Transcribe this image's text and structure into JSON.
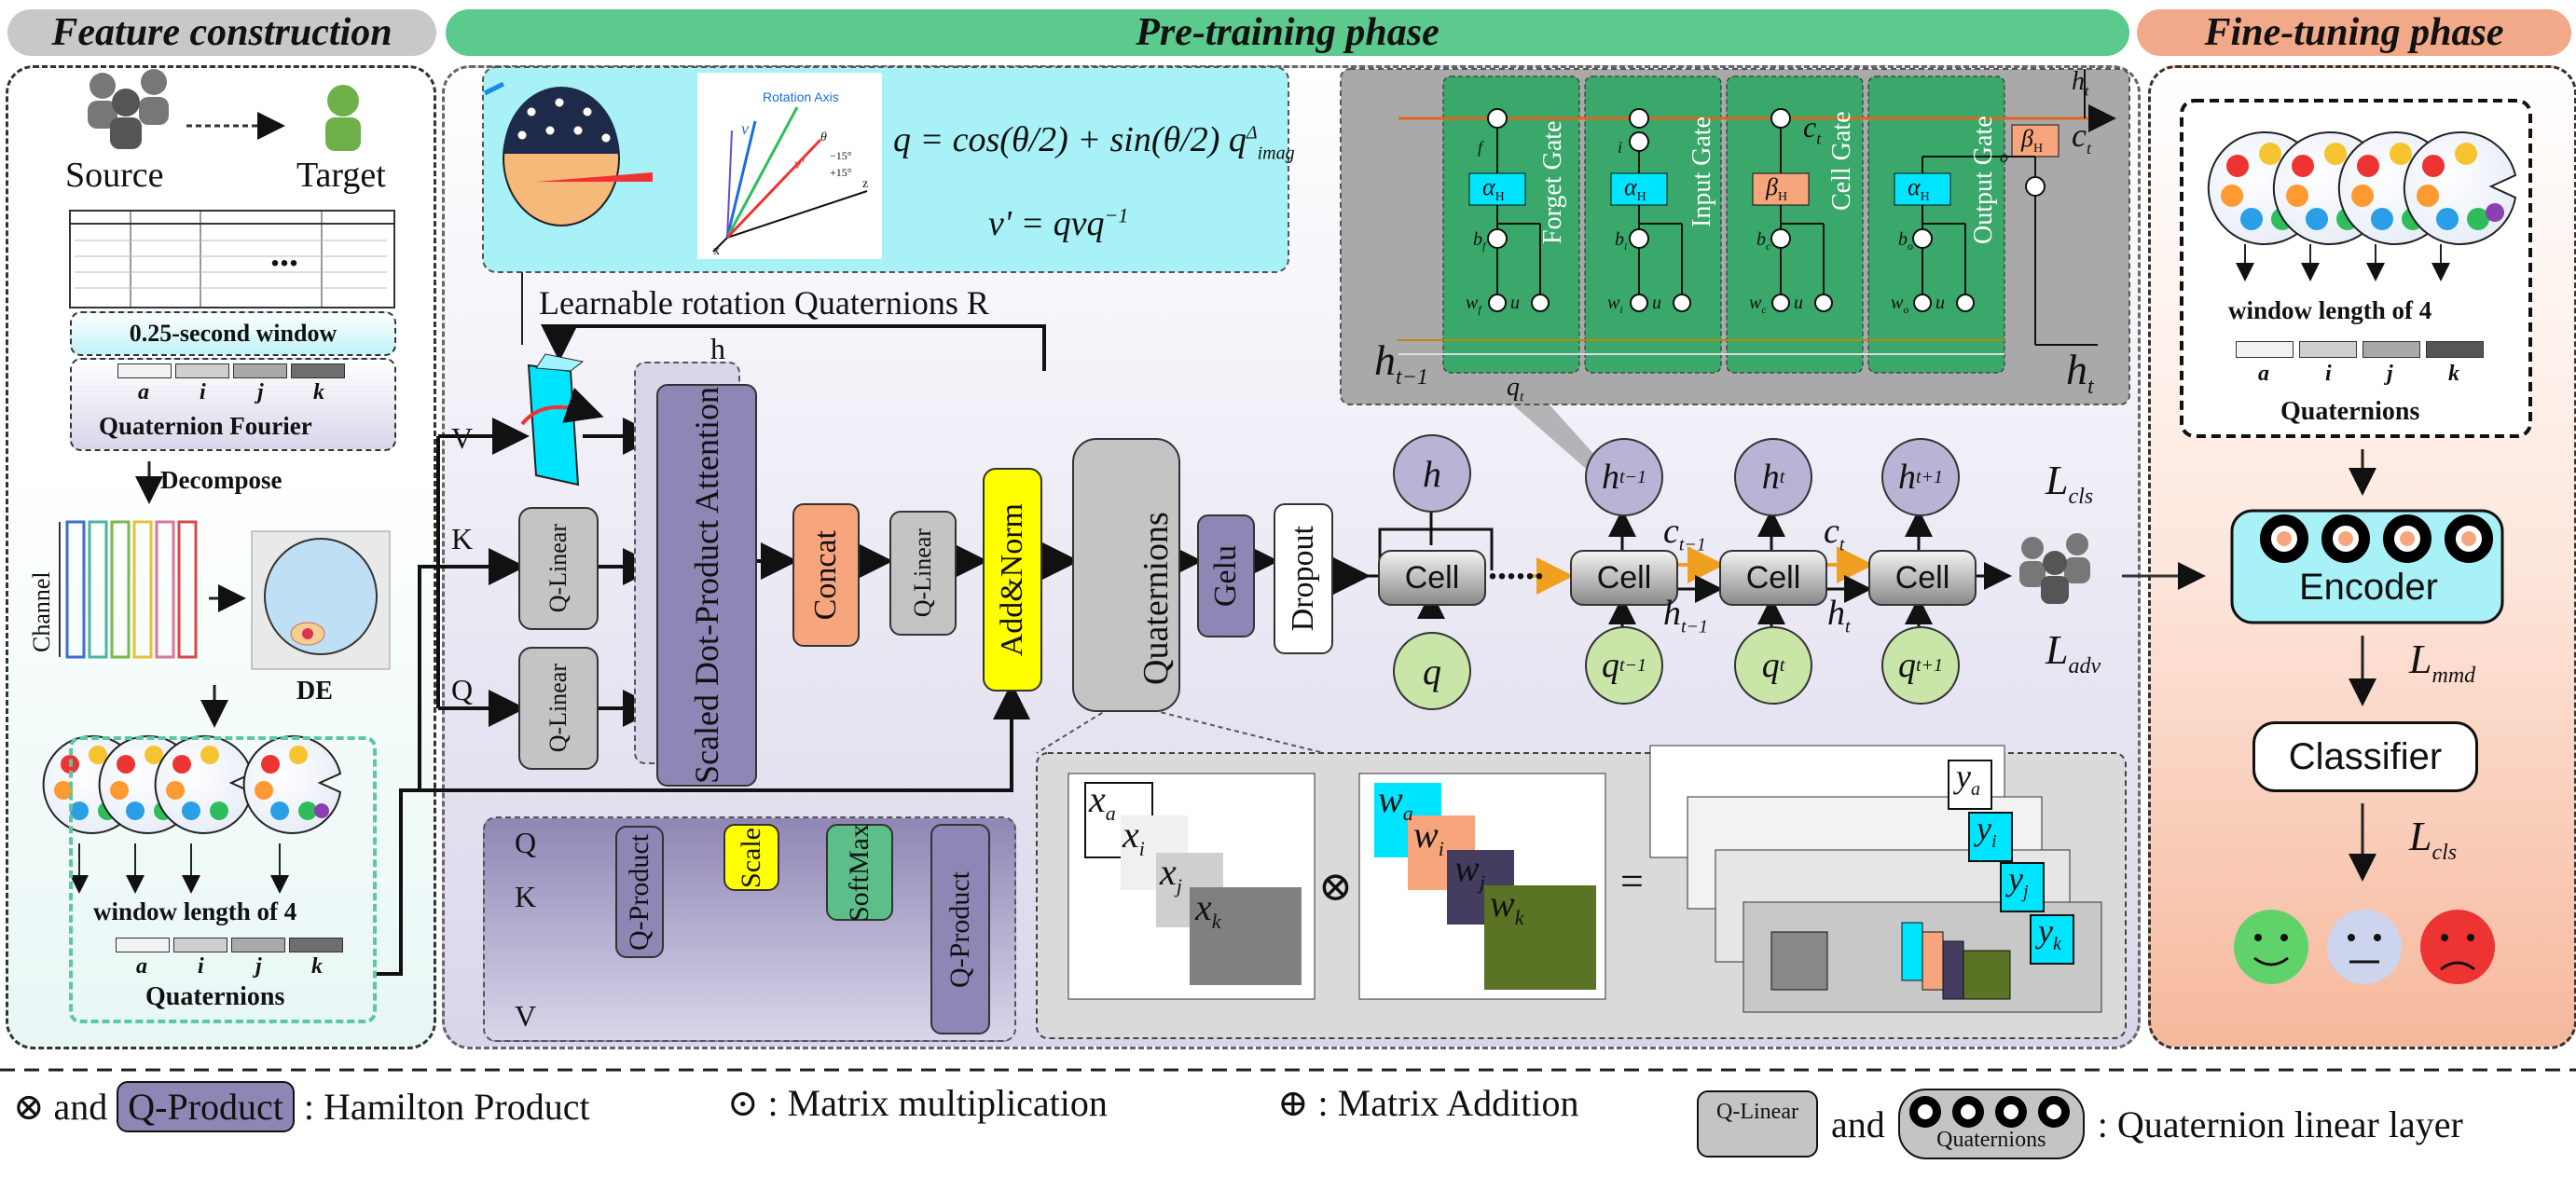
{
  "phases": {
    "feature": "Feature construction",
    "pretrain": "Pre-training phase",
    "finetune": "Fine-tuning phase"
  },
  "feature": {
    "source": "Source",
    "target": "Target",
    "window": "0.25-second window",
    "abcd": [
      "a",
      "i",
      "j",
      "k"
    ],
    "qfourier": "Quaternion Fourier",
    "decompose": "Decompose",
    "channel": "Channel",
    "de": "DE",
    "window_len": "window length of 4",
    "quaternions": "Quaternions",
    "dots": "..."
  },
  "rotation": {
    "axis_title": "Rotation Axis",
    "eq1": "q = cos(θ/2) + sin(θ/2) q",
    "eq1_sup": "Δ",
    "eq1_sub": "imag",
    "eq2": "v' = qvq",
    "eq2_sup": "−1",
    "learnable": "Learnable rotation Quaternions R",
    "angle1": "θ",
    "angle2": "−15°",
    "angle3": "+15°",
    "axis_v": "v",
    "axis_vp": "v'",
    "axis_x": "x",
    "axis_z": "z"
  },
  "attention": {
    "V": "V",
    "K": "K",
    "Q": "Q",
    "h": "h",
    "qlinear": "Q-Linear",
    "sdpa": "Scaled Dot-Product Attention",
    "concat": "Concat",
    "qlinear2": "Q-Linear",
    "addnorm": "Add&Norm",
    "quaternions": "Quaternions",
    "gelu": "Gelu",
    "dropout": "Dropout"
  },
  "qproduct": {
    "Q": "Q",
    "K": "K",
    "V": "V",
    "qprod1": "Q-Product",
    "scale": "Scale",
    "softmax": "SoftMax",
    "qprod2": "Q-Product"
  },
  "lstm": {
    "cell": "Cell",
    "h": "h",
    "q": "q",
    "htm1": "h",
    "htm1_sub": "t−1",
    "ht": "h",
    "ht_sub": "t",
    "htp1": "h",
    "htp1_sub": "t+1",
    "qtm1": "q",
    "qtm1_sub": "t−1",
    "qt": "q",
    "qt_sub": "t",
    "qtp1": "q",
    "qtp1_sub": "t+1",
    "ctm1": "c",
    "ctm1_sub": "t−1",
    "ct": "c",
    "ct_sub": "t",
    "dots": "......",
    "lcls": "L",
    "lcls_sub": "cls",
    "ladv": "L",
    "ladv_sub": "adv"
  },
  "gates": {
    "forget": "Forget Gate",
    "input": "Input Gate",
    "cell": "Cell Gate",
    "output": "Output Gate",
    "alpha": "α",
    "beta": "β",
    "H": "H",
    "ht": "h",
    "ht_sub": "t",
    "ct": "c",
    "ct_sub": "t",
    "htm1": "h",
    "htm1_sub": "t−1",
    "qt": "q",
    "qt_sub": "t",
    "f": "f",
    "i": "i",
    "c": "c",
    "o": "o",
    "b": [
      "b",
      "b",
      "b",
      "b"
    ],
    "w": [
      "w",
      "w",
      "w",
      "w"
    ],
    "u": "u",
    "subs": [
      "f",
      "i",
      "c",
      "o"
    ]
  },
  "hamilton": {
    "x": [
      "x",
      "x",
      "x",
      "x"
    ],
    "xs": [
      "a",
      "i",
      "j",
      "k"
    ],
    "w": [
      "w",
      "w",
      "w",
      "w"
    ],
    "ws": [
      "a",
      "i",
      "j",
      "k"
    ],
    "y": [
      "y",
      "y",
      "y",
      "y"
    ],
    "ys": [
      "a",
      "i",
      "j",
      "k"
    ],
    "times": "⊗",
    "eq": "="
  },
  "finetune": {
    "window_len": "window length of 4",
    "abcd": [
      "a",
      "i",
      "j",
      "k"
    ],
    "quaternions": "Quaternions",
    "encoder": "Encoder",
    "lmmd": "L",
    "lmmd_sub": "mmd",
    "classifier": "Classifier",
    "lcls": "L",
    "lcls_sub": "cls"
  },
  "legend": {
    "and1": "and",
    "qproduct": "Q-Product",
    "hamilton": ": Hamilton Product",
    "matmul": ": Matrix multiplication",
    "matadd": ": Matrix Addition",
    "qlinear": "Q-Linear",
    "and2": "and",
    "quaternions": "Quaternions",
    "qlinlayer": ": Quaternion linear layer"
  },
  "colors": {
    "feature_bar": "#c8c8c8",
    "pretrain_bar": "#5cc98d",
    "finetune_bar": "#f2a98a",
    "lstm_panel": "#a9a9a9",
    "gate_green": "#3aa86a",
    "qprod_purple": "#8f86b5",
    "concat_orange": "#f6a57d",
    "addnorm_yellow": "#ffff00",
    "softmax_green": "#5dbe8a",
    "cyan": "#00e5ff",
    "q_circle": "#c9e6a8",
    "h_circle": "#b9b3d6"
  }
}
